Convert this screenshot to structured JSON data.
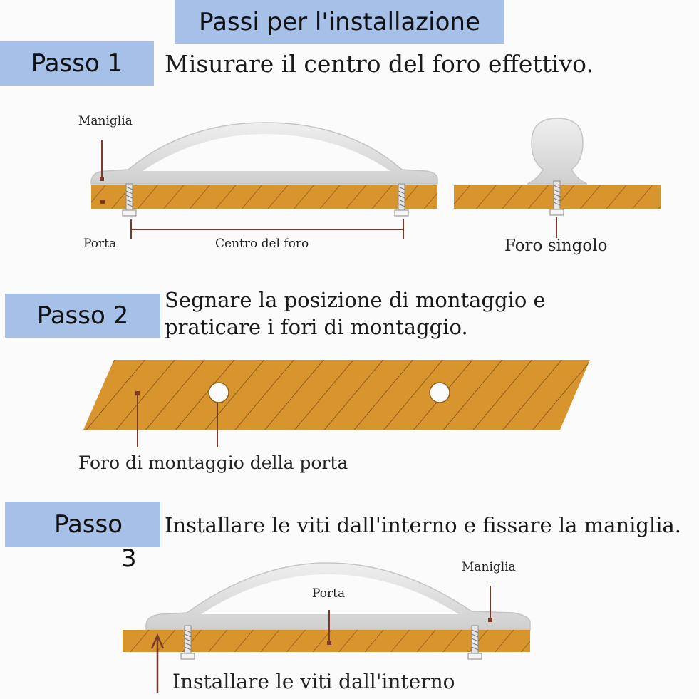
{
  "title": "Passi per l'installazione",
  "steps": [
    {
      "label": "Passo 1",
      "description": "Misurare il centro del foro effettivo.",
      "labels": {
        "handle": "Maniglia",
        "door": "Porta",
        "hole_center": "Centro del foro",
        "single_hole": "Foro singolo"
      }
    },
    {
      "label": "Passo 2",
      "description_line1": "Segnare la posizione di montaggio e",
      "description_line2": "praticare i fori di montaggio.",
      "labels": {
        "door_mounting_hole": "Foro di montaggio della porta"
      }
    },
    {
      "label": "Passo",
      "label_number": "3",
      "description": "Installare le viti dall'interno e fissare la maniglia.",
      "labels": {
        "handle": "Maniglia",
        "door": "Porta",
        "install_screws": "Installare le viti dall'interno"
      }
    }
  ],
  "colors": {
    "banner": "#a7c0e8",
    "wood": "#d8952e",
    "handle": "#dcdcdc"
  }
}
